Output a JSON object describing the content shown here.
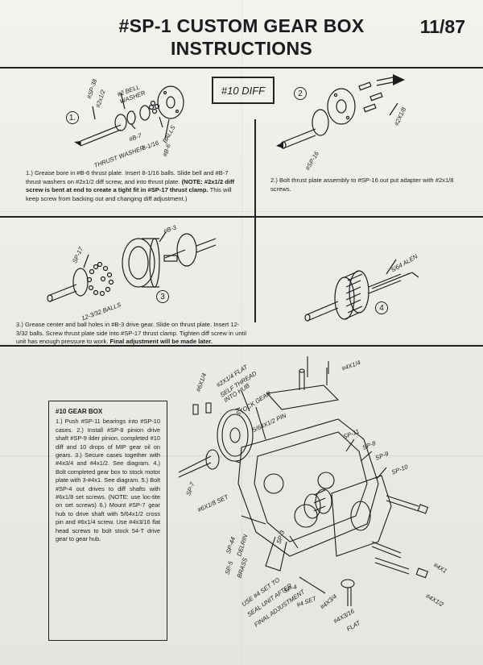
{
  "header": {
    "title_line1": "#SP-1 CUSTOM GEAR BOX",
    "title_line2": "INSTRUCTIONS",
    "date": "11/87"
  },
  "diff_box_label": "#10 DIFF",
  "step_numbers": [
    "1.",
    "2",
    "3",
    "4"
  ],
  "step1": {
    "text": "1.) Grease bore in #B-6 thrust plate. Insert 8-1/16 balls. Slide bell and #B-7 thrust washers on #2x1/2 diff screw, and into thrust plate. ",
    "bold": "(NOTE: #2x1/2 diff screw is bent at end to create a tight fit in #SP-17 thrust clamp.",
    "text_end": " This will keep screw from backing out and changing diff adjustment.)"
  },
  "step2": {
    "text": "2.) Bolt thrust plate assembly to #SP-16 out put adapter with #2x1/8 screws."
  },
  "step3": {
    "text": "3.) Grease center and ball holes in #B-3 drive gear. Slide on thrust plate. Insert 12-3/32 balls. Screw thrust plate side into #SP-17 thrust clamp. Tighten diff screw in until unit has enough pressure to work. ",
    "bold": "Final adjustment will be made later."
  },
  "gearbox": {
    "heading": "#10 GEAR BOX",
    "text": "1.) Push #SP-11 bearings into #SP-10 cases.   2.) Install #SP-8 pinion drive shaft #SP-9 ilder pinion, completed #10 diff and 10 drops of MIP gear oil on gears.   3.) Secure cases together with #4x3/4 and #4x1/2. See diagram.   4.) Bolt completed gear box to stock motor plate with 3-#4x1. See diagram.   5.) Bolt #SP-4 out drives to diff shafts with #6x1/8 set screws. (NOTE: use loc-tite on set screws)   6.) Mount #SP-7 gear hub to drive shaft with 5/64x1/2 cross pin and #6x1/4 screw. Use #4x3/16 flat head screws to bolt stock 54-T drive gear to gear hub."
  },
  "diagram_labels": {
    "sp38": "#SP-38",
    "x2x12": "#2x1/2",
    "bell": "#2 BELL",
    "washer": "WASHER",
    "b7": "#B-7",
    "thrust_washer": "THRUST WASHER",
    "balls_816": "8-1/16",
    "balls": "BALLS",
    "b6": "#B-6",
    "x2x18": "#2X1/8",
    "sp16": "#SP-16",
    "b3": "#B-3",
    "sp17": "SP-17",
    "balls_1232": "12-3/32 BALLS",
    "alen": "5/64 ALEN",
    "x6x14": "#6X1/4",
    "x2x14flat": "#2X1/4 FLAT",
    "self_thread": "SELF THREAD",
    "into_hub": "INTO HUB",
    "stock_gear": "STOCK GEAR",
    "x4x14": "#4X1/4",
    "pin": "5/64X1/2 PIN",
    "sp11": "SP-11",
    "sp8": "SP-8",
    "sp9": "SP-9",
    "sp10": "SP-10",
    "sp7": "SP-7",
    "x6x18set": "#6X1/8 SET",
    "sp44": "SP-44",
    "delrin": "DELRIN",
    "sp3": "SP-3",
    "sp5": "SP-5",
    "brass": "BRASS",
    "use4set": "USE #4 SET TO",
    "seal": "SEAL UNIT AFTER",
    "final": "FINAL ADJUSTMENT",
    "sp4": "SP-4",
    "x4set": "#4 SET",
    "x4x34": "#4X3/4",
    "x4x1": "#4X1",
    "x4x12": "#4X1/2",
    "x4x316": "#4X3/16",
    "flat": "FLAT"
  }
}
